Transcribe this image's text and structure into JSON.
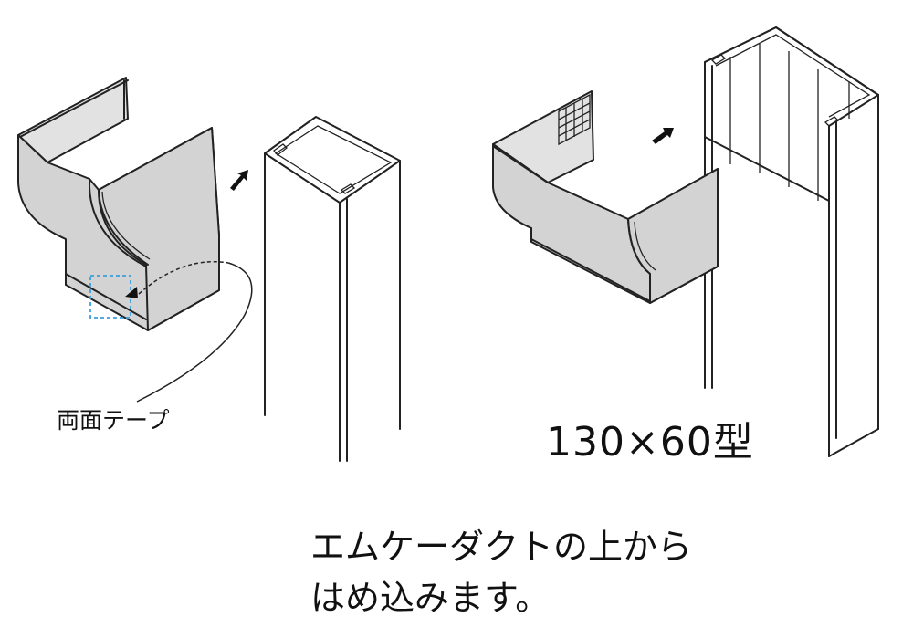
{
  "labels": {
    "tape": "両面テープ",
    "model": "130×60型",
    "instruction_line1": "エムケーダクトの上から",
    "instruction_line2": "はめ込みます。"
  },
  "colors": {
    "part_fill": "#d3d3d3",
    "tape_marker": "#3aa0e0",
    "line": "#222222"
  }
}
